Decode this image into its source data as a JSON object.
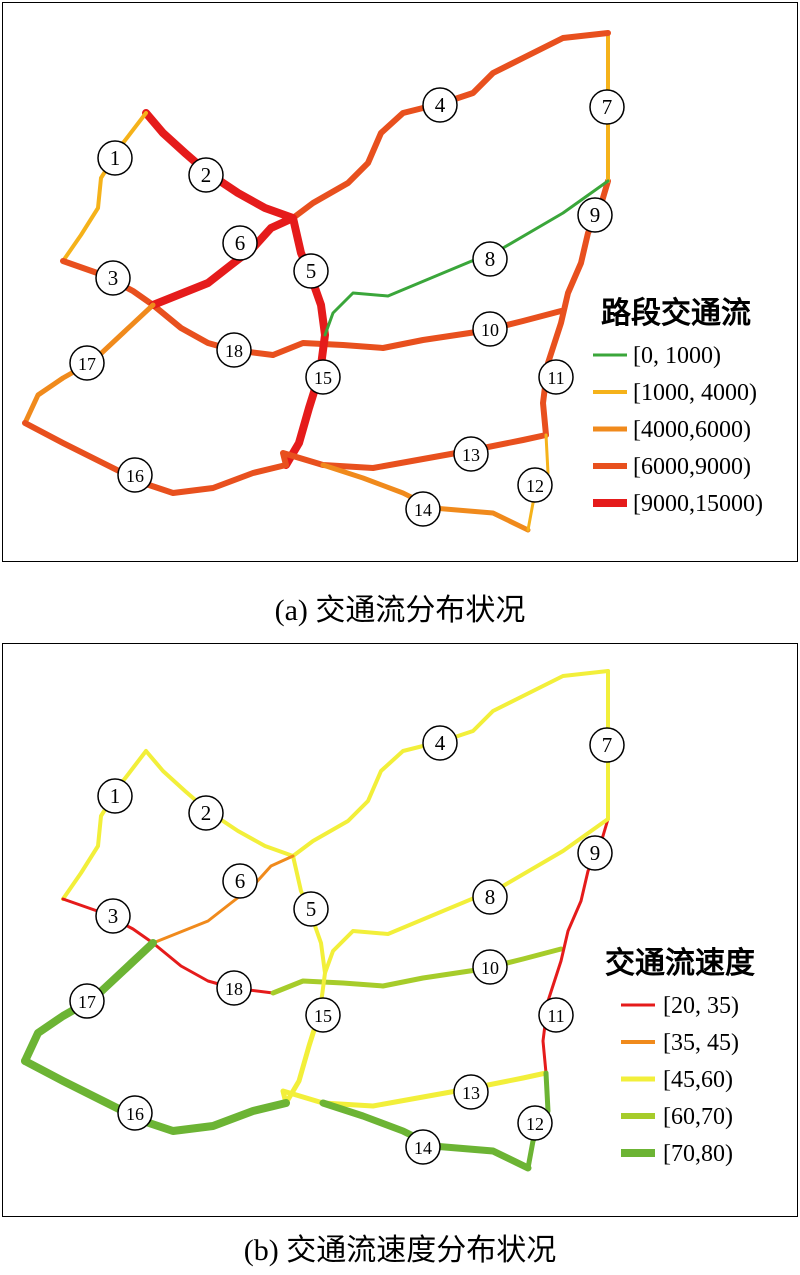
{
  "captions": {
    "a": "(a) 交通流分布状况",
    "b": "(b) 交通流速度分布状况"
  },
  "nodes": [
    "1",
    "2",
    "3",
    "4",
    "5",
    "6",
    "7",
    "8",
    "9",
    "10",
    "11",
    "12",
    "13",
    "14",
    "15",
    "16",
    "17",
    "18"
  ],
  "legend_a": {
    "title": "路段交通流",
    "items": [
      {
        "label": "[0, 1000)",
        "color": "#3aa63a"
      },
      {
        "label": "[1000, 4000)",
        "color": "#f5b21a"
      },
      {
        "label": "[4000,6000)",
        "color": "#f08a1c"
      },
      {
        "label": "[6000,9000)",
        "color": "#e8501e"
      },
      {
        "label": "[9000,15000)",
        "color": "#e51b1b"
      }
    ]
  },
  "legend_b": {
    "title": "交通流速度",
    "items": [
      {
        "label": "[20, 35)",
        "color": "#e51b1b"
      },
      {
        "label": "[35, 45)",
        "color": "#f08a1c"
      },
      {
        "label": "[45,60)",
        "color": "#f2ef3a"
      },
      {
        "label": "[60,70)",
        "color": "#a6cc2a"
      },
      {
        "label": "[70,80)",
        "color": "#6cb434"
      }
    ]
  }
}
